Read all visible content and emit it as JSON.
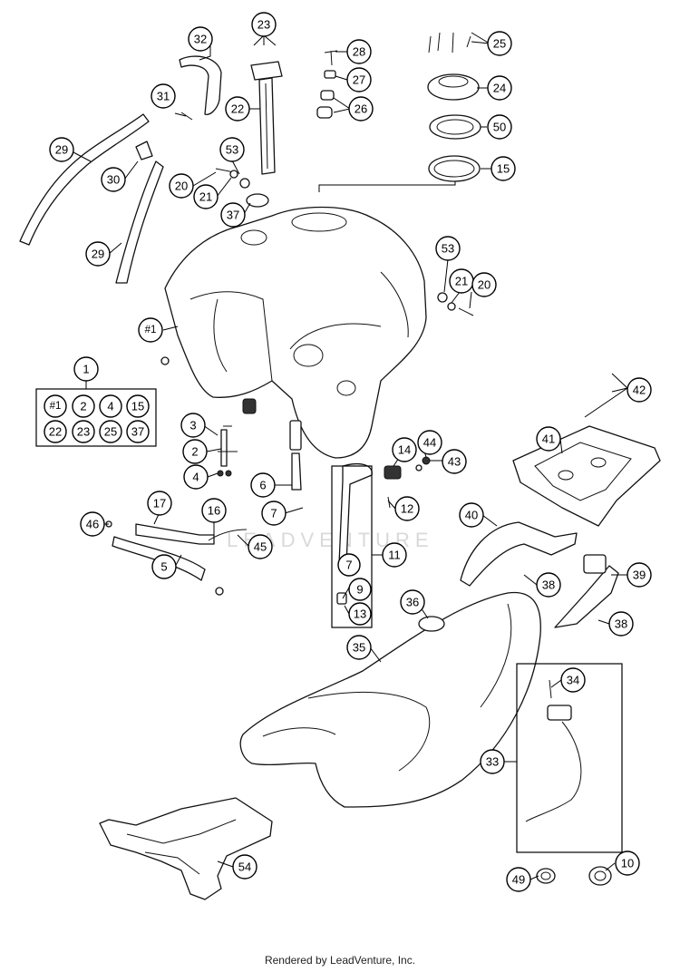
{
  "footer_text": "Rendered by LeadVenture, Inc.",
  "watermark_text": "LEADVENTURE",
  "kit_group": {
    "label": "1",
    "contents": [
      "#1",
      "2",
      "4",
      "15",
      "22",
      "23",
      "25",
      "37"
    ]
  },
  "callouts": [
    "32",
    "23",
    "28",
    "25",
    "31",
    "22",
    "27",
    "24",
    "26",
    "50",
    "29",
    "30",
    "53",
    "20",
    "21",
    "37",
    "15",
    "29",
    "#1",
    "53",
    "21",
    "20",
    "1",
    "42",
    "3",
    "2",
    "4",
    "6",
    "14",
    "44",
    "43",
    "41",
    "7",
    "12",
    "17",
    "16",
    "46",
    "45",
    "5",
    "11",
    "40",
    "7",
    "9",
    "13",
    "38",
    "39",
    "36",
    "38",
    "35",
    "34",
    "33",
    "54",
    "10",
    "49"
  ]
}
